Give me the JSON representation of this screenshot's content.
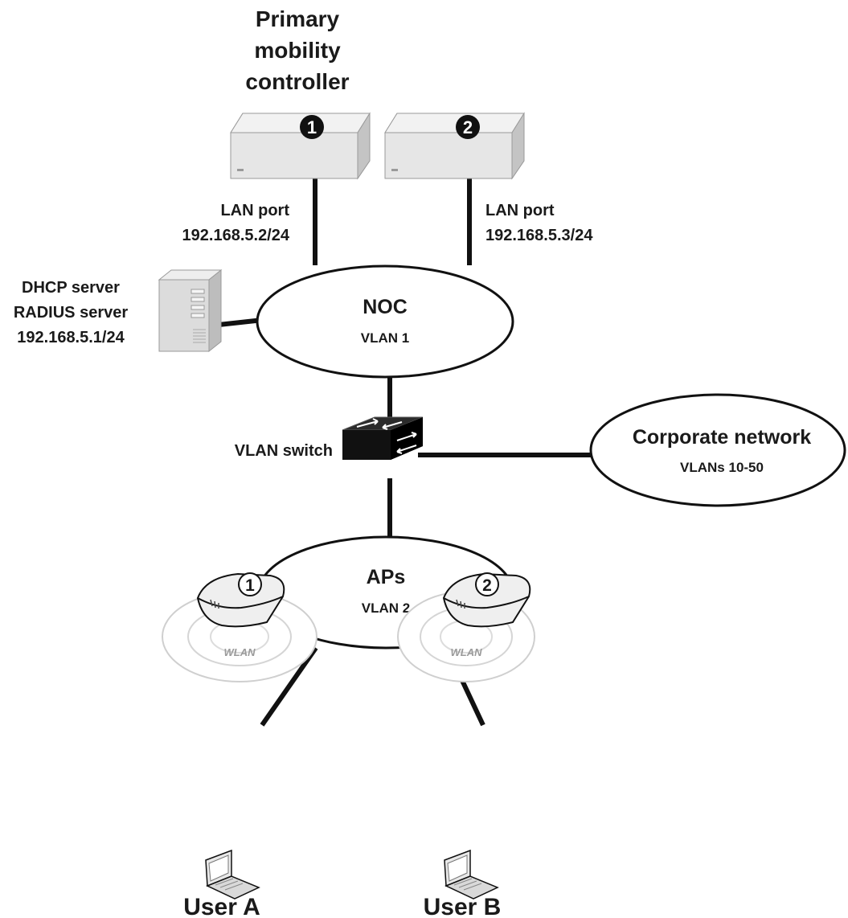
{
  "colors": {
    "line": "#111111",
    "controller_face": "#e6e6e6",
    "controller_top": "#f2f2f2",
    "switch_body": "#111111",
    "wlan_ring": "#cccccc"
  },
  "controllers": {
    "primary_title_line1": "Primary",
    "primary_title_line2": "mobility",
    "primary_title_line3": "controller",
    "c1_badge": "1",
    "c2_badge": "2",
    "c1_port_label": "LAN port",
    "c1_port_ip": "192.168.5.2/24",
    "c2_port_label": "LAN port",
    "c2_port_ip": "192.168.5.3/24"
  },
  "server": {
    "line1": "DHCP server",
    "line2": "RADIUS server",
    "line3": "192.168.5.1/24",
    "icon": "server-tower-icon"
  },
  "noc": {
    "name": "NOC",
    "vlan": "VLAN 1"
  },
  "switch": {
    "label": "VLAN switch",
    "icon": "switch-icon"
  },
  "corporate": {
    "name": "Corporate network",
    "vlan": "VLANs 10-50"
  },
  "aps": {
    "name": "APs",
    "vlan": "VLAN 2",
    "ap1_badge": "1",
    "ap2_badge": "2",
    "wlan1": "WLAN",
    "wlan2": "WLAN"
  },
  "users": {
    "a": "User A",
    "b": "User B",
    "icon": "laptop-icon"
  }
}
